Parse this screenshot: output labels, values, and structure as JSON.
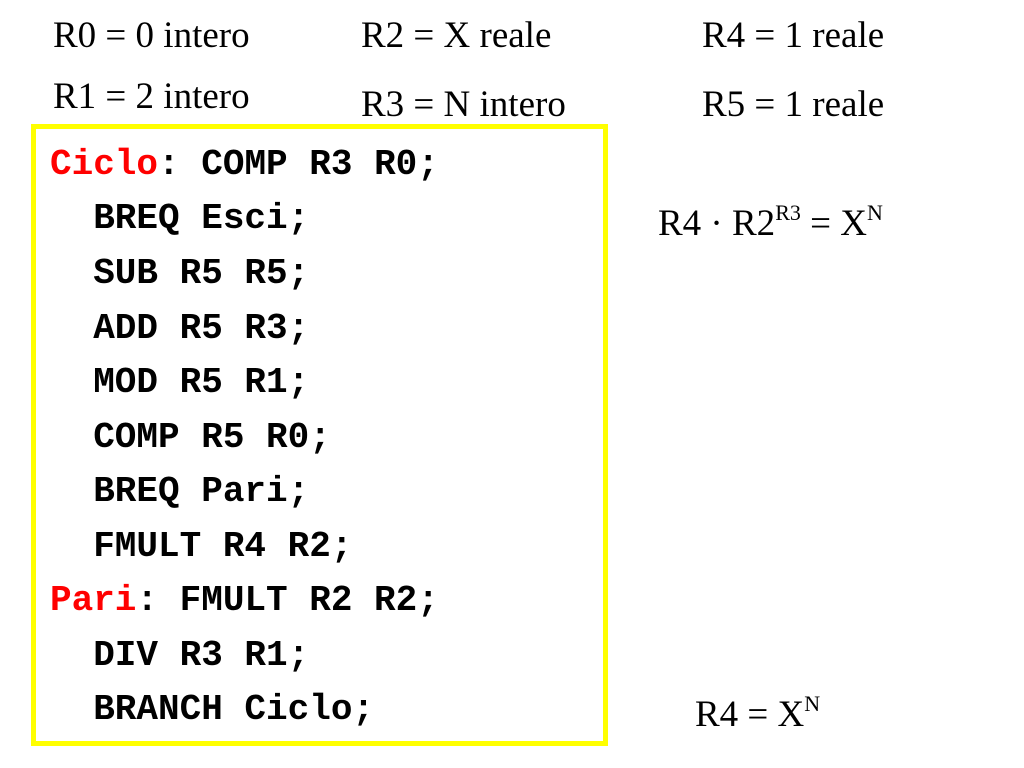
{
  "registers": {
    "r0": "R0 = 0 intero",
    "r1": "R1 = 2 intero",
    "r2": "R2 = X reale",
    "r3": "R3 = N intero",
    "r4": "R4 = 1 reale",
    "r5": "R5 = 1 reale"
  },
  "code": {
    "lines": [
      {
        "label": "Ciclo",
        "text": ": COMP R3 R0;"
      },
      {
        "label": "",
        "text": "  BREQ Esci;"
      },
      {
        "label": "",
        "text": "  SUB R5 R5;"
      },
      {
        "label": "",
        "text": "  ADD R5 R3;"
      },
      {
        "label": "",
        "text": "  MOD R5 R1;"
      },
      {
        "label": "",
        "text": "  COMP R5 R0;"
      },
      {
        "label": "",
        "text": "  BREQ Pari;"
      },
      {
        "label": "",
        "text": "  FMULT R4 R2;"
      },
      {
        "label": "Pari",
        "text": ": FMULT R2 R2;"
      },
      {
        "label": "",
        "text": "  DIV R3 R1;"
      },
      {
        "label": "",
        "text": "  BRANCH Ciclo;"
      }
    ],
    "label_color": "#ff0000",
    "box_border_color": "#ffff00"
  },
  "invariant": {
    "base": "R4 · R2",
    "exp1": "R3",
    "mid": " = X",
    "exp2": "N"
  },
  "result": {
    "base": "R4 = X",
    "exp": "N"
  }
}
